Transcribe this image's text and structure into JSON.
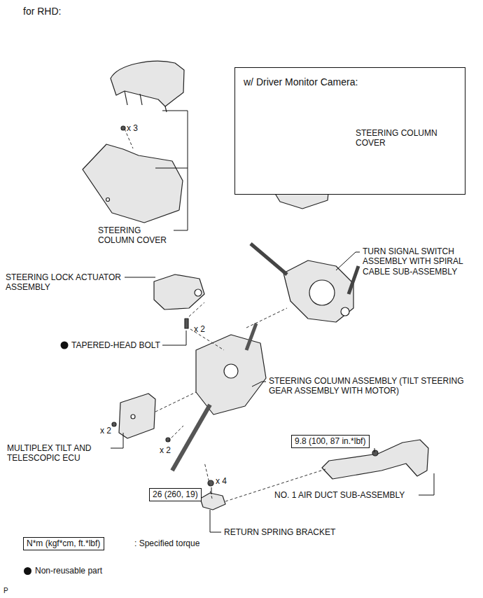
{
  "diagram": {
    "nodes": [
      {
        "text": [
          "w/ Driver Monitor Camera:",
          "STEERING COLUMN COVER"
        ]
      },
      {
        "text": [
          "9.8 (100, 87 in.*lbf)"
        ]
      },
      {
        "text": [
          "26 (260, 19)"
        ]
      },
      {
        "text": [
          "N*m (kgf*cm, ft.*lbf)"
        ]
      }
    ],
    "labels": [
      "for RHD:",
      "x 3",
      "STEERING COLUMN COVER",
      "TURN SIGNAL SWITCH ASSEMBLY WITH SPIRAL CABLE SUB-ASSEMBLY",
      "STEERING LOCK ACTUATOR ASSEMBLY",
      "x 2",
      "TAPERED-HEAD BOLT",
      "STEERING COLUMN ASSEMBLY (TILT STEERING GEAR ASSEMBLY WITH MOTOR)",
      "x 2",
      "x 2",
      "MULTIPLEX TILT AND TELESCOPIC ECU",
      "x 4",
      "NO. 1 AIR DUCT SUB-ASSEMBLY",
      "RETURN SPRING BRACKET",
      ": Specified torque",
      "P"
    ],
    "legend": [
      {
        "text": "Non-reusable part"
      }
    ]
  }
}
